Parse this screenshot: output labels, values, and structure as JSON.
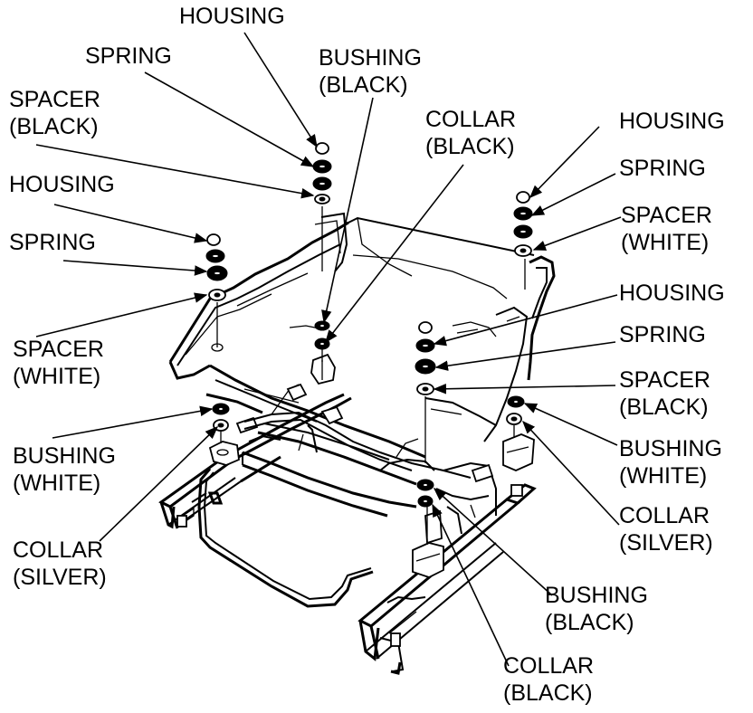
{
  "labels": {
    "housing_top": "HOUSING",
    "spring_top": "SPRING",
    "bushing_black_top_1": "BUSHING",
    "bushing_black_top_2": "(BLACK)",
    "spacer_black_tl_1": "SPACER",
    "spacer_black_tl_2": "(BLACK)",
    "collar_black_top_1": "COLLAR",
    "collar_black_top_2": "(BLACK)",
    "housing_left": "HOUSING",
    "spring_left": "SPRING",
    "spacer_white_left_1": "SPACER",
    "spacer_white_left_2": "(WHITE)",
    "bushing_white_left_1": "BUSHING",
    "bushing_white_left_2": "(WHITE)",
    "collar_silver_left_1": "COLLAR",
    "collar_silver_left_2": "(SILVER)",
    "housing_right_top": "HOUSING",
    "spring_right_top": "SPRING",
    "spacer_white_right_1": "SPACER",
    "spacer_white_right_2": "(WHITE)",
    "housing_right_mid": "HOUSING",
    "spring_right_mid": "SPRING",
    "spacer_black_right_1": "SPACER",
    "spacer_black_right_2": "(BLACK)",
    "bushing_white_right_1": "BUSHING",
    "bushing_white_right_2": "(WHITE)",
    "collar_silver_right_1": "COLLAR",
    "collar_silver_right_2": "(SILVER)",
    "bushing_black_bottom_1": "BUSHING",
    "bushing_black_bottom_2": "(BLACK)",
    "collar_black_bottom_1": "COLLAR",
    "collar_black_bottom_2": "(BLACK)"
  }
}
